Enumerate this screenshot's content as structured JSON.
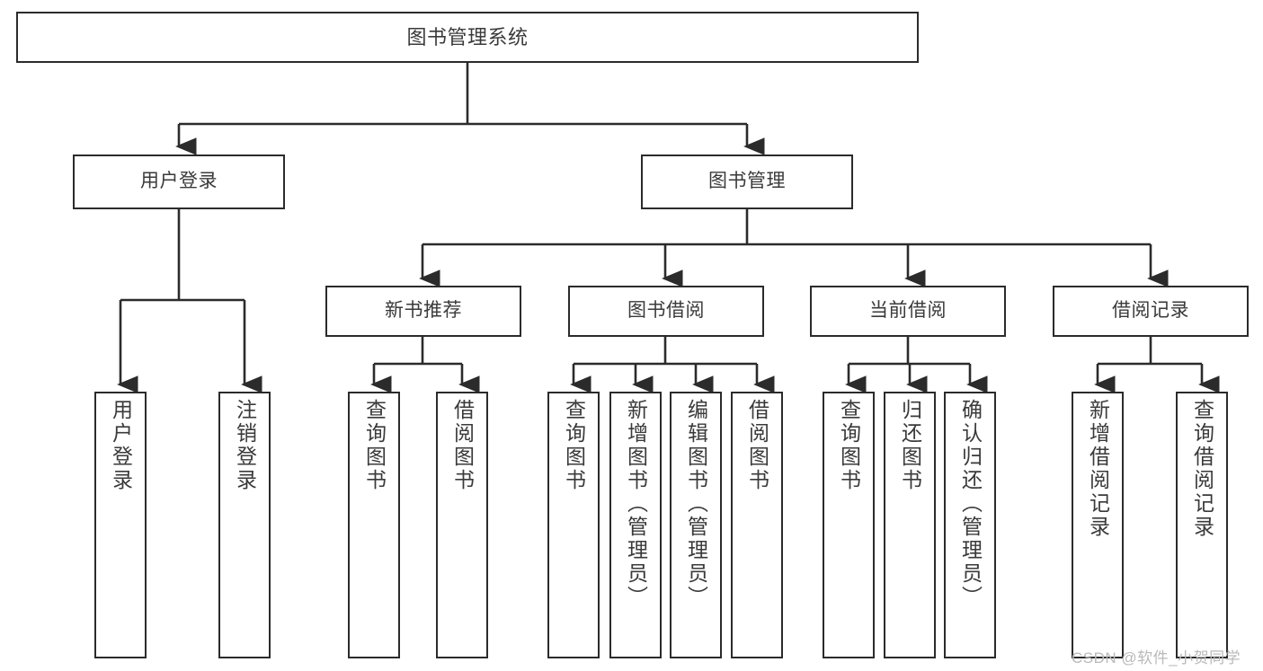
{
  "diagram": {
    "type": "tree-hierarchy-functional-decomposition",
    "colors": {
      "box_border": "#2b2b2b",
      "box_fill": "#ffffff",
      "edge": "#2b2b2b",
      "text": "#3a3a3a",
      "watermark": "#b9b9b9",
      "background": "#ffffff"
    },
    "root": {
      "label": "图书管理系统"
    },
    "level2": [
      {
        "label": "用户登录"
      },
      {
        "label": "图书管理"
      }
    ],
    "level3": [
      {
        "label": "新书推荐"
      },
      {
        "label": "图书借阅"
      },
      {
        "label": "当前借阅"
      },
      {
        "label": "借阅记录"
      }
    ],
    "leaves": {
      "user_login": [
        {
          "label": "用户登录"
        },
        {
          "label": "注销登录"
        }
      ],
      "new_book_recommend": [
        {
          "label": "查询图书"
        },
        {
          "label": "借阅图书"
        }
      ],
      "book_borrow": [
        {
          "label": "查询图书"
        },
        {
          "label": "新增图书（管理员）"
        },
        {
          "label": "编辑图书（管理员）"
        },
        {
          "label": "借阅图书"
        }
      ],
      "current_borrow": [
        {
          "label": "查询图书"
        },
        {
          "label": "归还图书"
        },
        {
          "label": "确认归还（管理员）"
        }
      ],
      "borrow_record": [
        {
          "label": "新增借阅记录"
        },
        {
          "label": "查询借阅记录"
        }
      ]
    }
  },
  "watermark": {
    "text": "CSDN @软件_小贺同学"
  }
}
